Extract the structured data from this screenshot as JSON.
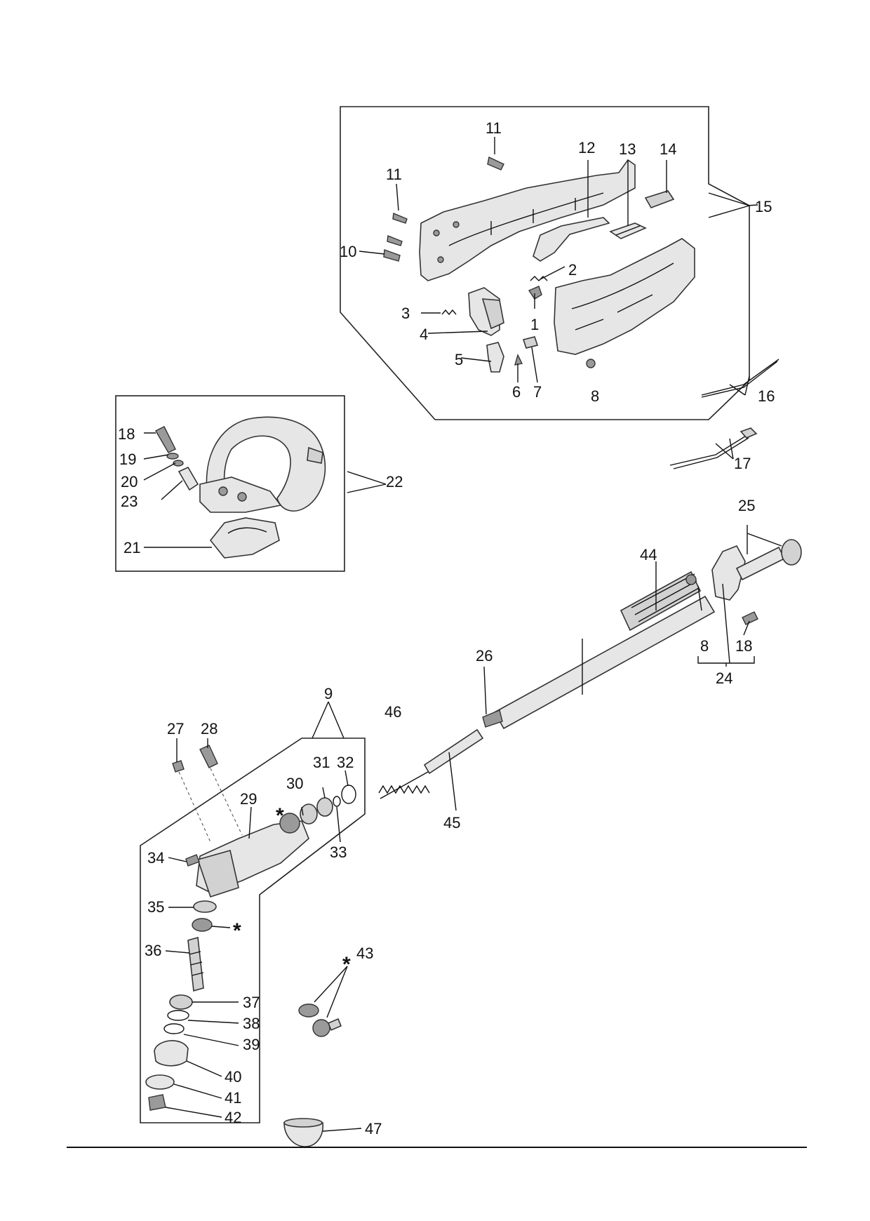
{
  "labels": {
    "n1": "1",
    "n2": "2",
    "n3": "3",
    "n4": "4",
    "n5": "5",
    "n6": "6",
    "n7": "7",
    "n8a": "8",
    "n9": "9",
    "n10": "10",
    "n11a": "11",
    "n11b": "11",
    "n12": "12",
    "n13": "13",
    "n14": "14",
    "n15": "15",
    "n16": "16",
    "n17": "17",
    "n18a": "18",
    "n19": "19",
    "n20": "20",
    "n21": "21",
    "n22": "22",
    "n23": "23",
    "n24": "24",
    "n25": "25",
    "n26": "26",
    "n27": "27",
    "n28": "28",
    "n29": "29",
    "n30": "30",
    "n31": "31",
    "n32": "32",
    "n33": "33",
    "n34": "34",
    "n35": "35",
    "n36": "36",
    "n37": "37",
    "n38": "38",
    "n39": "39",
    "n40": "40",
    "n41": "41",
    "n42": "42",
    "n43": "43",
    "n44": "44",
    "n45": "45",
    "n46": "46",
    "n47": "47",
    "n8b": "8",
    "n18b": "18"
  },
  "marks": {
    "star1": "*",
    "star2": "*",
    "star3": "*"
  },
  "colors": {
    "line": "#111111",
    "part_fill": "#e6e6e6",
    "part_shade": "#9a9a9a"
  }
}
